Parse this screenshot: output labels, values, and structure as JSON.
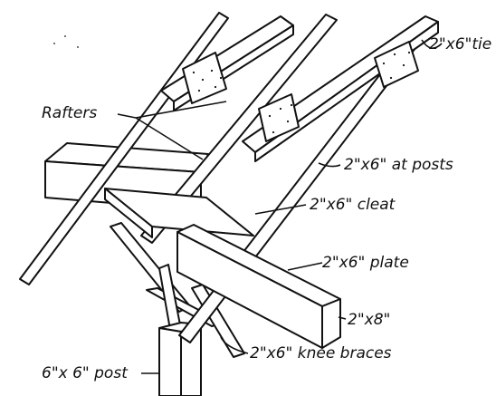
{
  "figure": {
    "labels": {
      "tie": "2\"x6\"tie",
      "rafters": "Rafters",
      "at_posts": "2\"x6\" at posts",
      "cleat": "2\"x6\" cleat",
      "plate": "2\"x6\" plate",
      "two_by_eight": "2\"x8\"",
      "knee_braces": "2\"x6\" knee braces",
      "post": "6\"x 6\" post"
    },
    "colors": {
      "ink": "#111111",
      "paper": "#ffffff"
    }
  }
}
